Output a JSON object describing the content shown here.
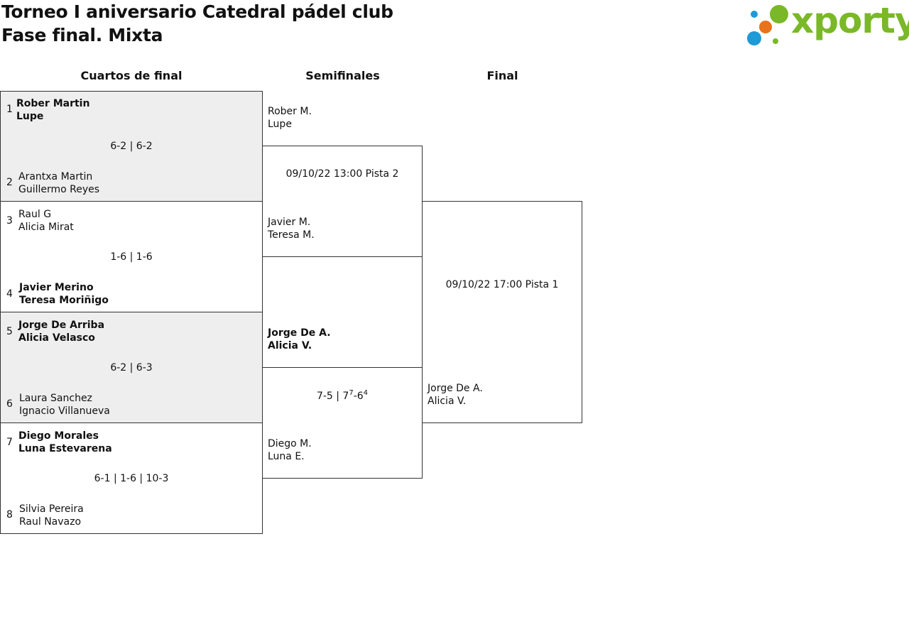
{
  "title": "Torneo I aniversario Catedral pádel club",
  "subtitle": "Fase final. Mixta",
  "logo_text": "xporty",
  "rounds": [
    "Cuartos de final",
    "Semifinales",
    "Final"
  ],
  "quarterfinals": [
    {
      "seed1": "1",
      "team1": [
        "Rober Martin",
        "Lupe"
      ],
      "seed2": "2",
      "team2": [
        "Arantxa Martin",
        "Guillermo Reyes"
      ],
      "score": "6-2 | 6-2"
    },
    {
      "seed1": "3",
      "team1": [
        "Raul G",
        "Alicia Mirat"
      ],
      "seed2": "4",
      "team2": [
        "Javier Merino",
        "Teresa Moriñigo"
      ],
      "score": "1-6 | 1-6"
    },
    {
      "seed1": "5",
      "team1": [
        "Jorge De Arriba",
        "Alicia Velasco"
      ],
      "seed2": "6",
      "team2": [
        "Laura Sanchez",
        "Ignacio Villanueva"
      ],
      "score": "6-2 | 6-3"
    },
    {
      "seed1": "7",
      "team1": [
        "Diego Morales",
        "Luna Estevarena"
      ],
      "seed2": "8",
      "team2": [
        "Silvia Pereira",
        "Raul Navazo"
      ],
      "score": "6-1 | 1-6 | 10-3"
    }
  ],
  "semifinals": [
    {
      "team1": [
        "Rober M.",
        "Lupe"
      ],
      "team2": [
        "Javier M.",
        "Teresa M."
      ],
      "info": "09/10/22 13:00 Pista 2"
    },
    {
      "team1": [
        "Jorge De A.",
        "Alicia V."
      ],
      "team2": [
        "Diego M.",
        "Luna E."
      ],
      "score_parts": [
        "7-5 | 7",
        "7",
        "-6",
        "4"
      ]
    }
  ],
  "final": {
    "team1": [
      "Jorge De A.",
      "Alicia V."
    ],
    "info": "09/10/22 17:00 Pista 1"
  },
  "colors": {
    "logo_green": "#7ab829",
    "logo_blue": "#1e9ad6",
    "logo_orange": "#e8731c",
    "shade": "#eeeeee"
  }
}
